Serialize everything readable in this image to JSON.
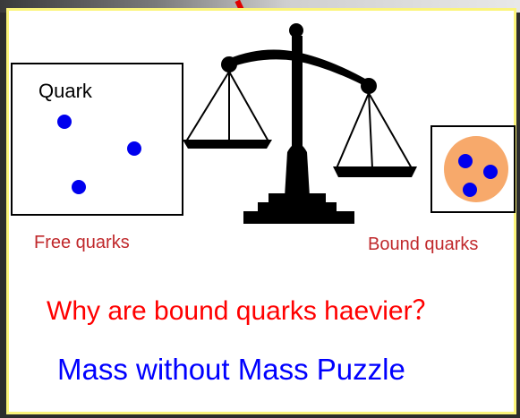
{
  "labels": {
    "quark": "Quark",
    "free_quarks": "Free quarks",
    "bound_quarks": "Bound  quarks",
    "question": "Why are bound quarks haevier？",
    "subtitle": "Mass without Mass Puzzle"
  },
  "colors": {
    "quark_dot": "#0000ee",
    "nucleon_fill": "#f7a96b",
    "label_red": "#c0282b",
    "question_red": "#ff0000",
    "subtitle_blue": "#0000ff",
    "slide_border": "#fbf47a"
  },
  "icons": {
    "scale": "balance-scale-icon"
  }
}
